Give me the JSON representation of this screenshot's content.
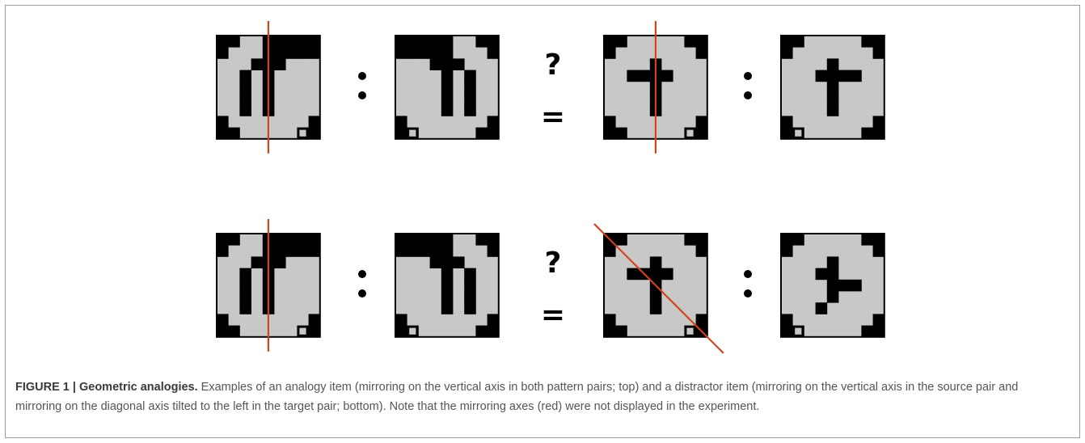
{
  "figure": {
    "rows": [
      {
        "label": "analogy-item",
        "question_mark": "?",
        "equals_sign": "=",
        "panels": [
          {
            "pattern": "inverted-y-shape",
            "mirror_axis": "vertical"
          },
          {
            "pattern": "inverted-y-shape-mirrored",
            "mirror_axis": "none"
          },
          {
            "pattern": "cross-shape",
            "mirror_axis": "vertical"
          },
          {
            "pattern": "cross-shape-mirrored",
            "mirror_axis": "none"
          }
        ]
      },
      {
        "label": "distractor-item",
        "question_mark": "?",
        "equals_sign": "=",
        "panels": [
          {
            "pattern": "inverted-y-shape",
            "mirror_axis": "vertical"
          },
          {
            "pattern": "inverted-y-shape-mirrored",
            "mirror_axis": "none"
          },
          {
            "pattern": "cross-shape",
            "mirror_axis": "diagonal-left"
          },
          {
            "pattern": "cross-shape-diagonal-mirrored",
            "mirror_axis": "none"
          }
        ]
      }
    ],
    "colors": {
      "tile_fill": "#c8c8c8",
      "pixel": "#000000",
      "axis": "#d0441c",
      "corner_square": "#c8c8c8"
    }
  },
  "caption": {
    "lead": "FIGURE 1 | Geometric analogies.",
    "text": " Examples of an analogy item (mirroring on the vertical axis in both pattern pairs; top) and a distractor item (mirroring on the vertical axis in the source pair and mirroring on the diagonal axis tilted to the left in the target pair; bottom). Note that the mirroring axes (red) were not displayed in the experiment."
  }
}
